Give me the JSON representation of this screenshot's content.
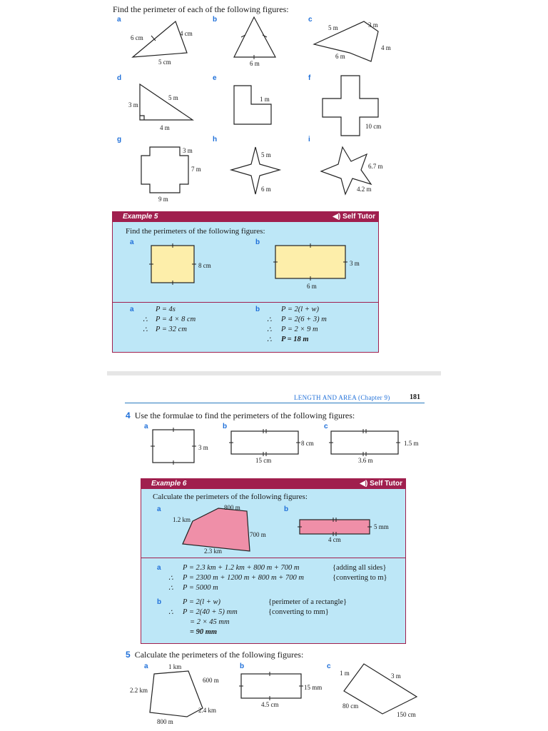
{
  "page1": {
    "q_text": "Find the perimeter of each of the following figures:",
    "labels": [
      "a",
      "b",
      "c",
      "d",
      "e",
      "f",
      "g",
      "h",
      "i"
    ],
    "fig_a": {
      "side1": "6 cm",
      "side2": "4 cm",
      "base": "5 cm"
    },
    "fig_b": {
      "base": "6 m"
    },
    "fig_c": {
      "top": "5 m",
      "corner": "3 m",
      "right": "4 m",
      "base": "6 m"
    },
    "fig_d": {
      "left": "3 m",
      "hyp": "5 m",
      "base": "4 m"
    },
    "fig_e": {
      "side": "1 m"
    },
    "fig_f": {
      "side": "10 cm"
    },
    "fig_g": {
      "corner": "3 m",
      "side": "7 m",
      "base": "9 m"
    },
    "fig_h": {
      "top": "5 m",
      "bottom": "6 m"
    },
    "fig_i": {
      "right": "6.7 m",
      "bottom": "4.2 m"
    }
  },
  "example5": {
    "title": "Example 5",
    "self_tutor": "Self Tutor",
    "prompt": "Find the perimeters of the following figures:",
    "fig_a_label": "8 cm",
    "fig_b_side": "3 m",
    "fig_b_base": "6 m",
    "sol_a": [
      "P = 4s",
      "P = 4 × 8 cm",
      "P = 32 cm"
    ],
    "sol_b": [
      "P = 2(l + w)",
      "P = 2(6 + 3) m",
      "P = 2 × 9 m",
      "P = 18 m"
    ]
  },
  "page2": {
    "header": "LENGTH AND AREA   (Chapter 9)",
    "page_number": "181",
    "q4_num": "4",
    "q4_text": "Use the formulae to find the perimeters of the following figures:",
    "q4_a": "3 m",
    "q4_b_side": "8 cm",
    "q4_b_base": "15 cm",
    "q4_c_side": "1.5 m",
    "q4_c_base": "3.6 m"
  },
  "example6": {
    "title": "Example 6",
    "self_tutor": "Self Tutor",
    "prompt": "Calculate the perimeters of the following figures:",
    "fig_a": {
      "top": "800 m",
      "left": "1.2 km",
      "right": "700 m",
      "base": "2.3 km"
    },
    "fig_b": {
      "side": "5 mm",
      "base": "4 cm"
    },
    "sol_a": [
      "P = 2.3 km + 1.2 km + 800 m + 700 m",
      "P = 2300 m + 1200 m + 800 m + 700 m",
      "P = 5000 m"
    ],
    "sol_a_notes": [
      "{adding all sides}",
      "{converting to m}"
    ],
    "sol_b": [
      "P = 2(l + w)",
      "P = 2(40 + 5) mm",
      "= 2 × 45 mm",
      "= 90 mm"
    ],
    "sol_b_notes": [
      "{perimeter of a rectangle}",
      "{converting to mm}"
    ]
  },
  "q5": {
    "num": "5",
    "text": "Calculate the perimeters of the following figures:",
    "fig_a": {
      "top": "1 km",
      "right": "600 m",
      "left": "2.2 km",
      "br": "2.4 km",
      "base": "800 m"
    },
    "fig_b": {
      "side": "15 mm",
      "base": "4.5 cm"
    },
    "fig_c": {
      "tl": "1 m",
      "tr": "3 m",
      "bl": "80 cm",
      "br": "150 cm"
    }
  },
  "colors": {
    "accent": "#a01f4e",
    "box_bg": "#bde7f7",
    "yellow": "#fdeeaa",
    "pink": "#ef8fa8",
    "blue_letter": "#1e6fd9"
  }
}
